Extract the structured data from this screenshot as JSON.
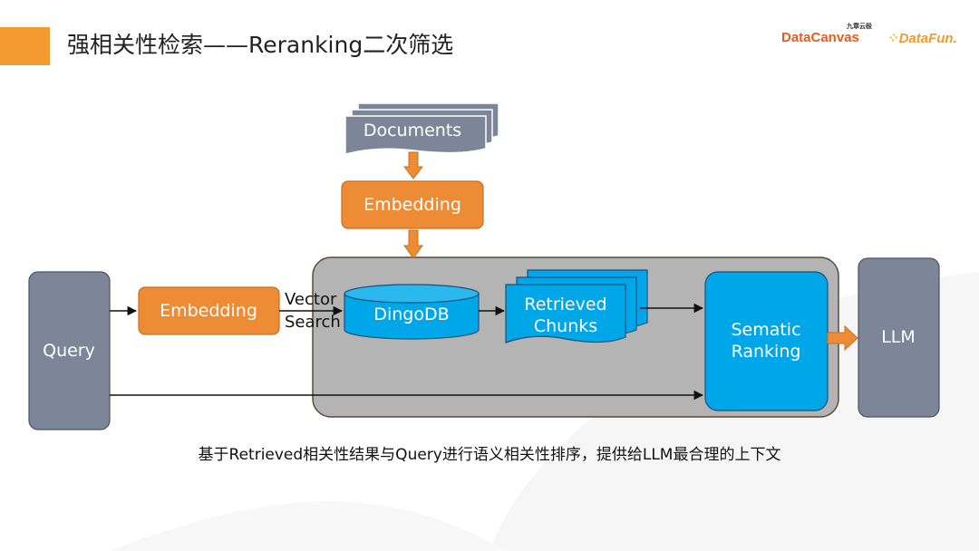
{
  "header": {
    "title": "强相关性检索——Reranking二次筛选"
  },
  "logos": {
    "datacanvas_cn": "九章云极",
    "datacanvas_en": "DataCanvas",
    "datafun": "DataFun."
  },
  "diagram": {
    "documents": "Documents",
    "embedding_top": "Embedding",
    "query": "Query",
    "embedding_left": "Embedding",
    "vector_search_line1": "Vector",
    "vector_search_line2": "Search",
    "dingodb": "DingoDB",
    "retrieved_chunks_line1": "Retrieved",
    "retrieved_chunks_line2": "Chunks",
    "ranking_line1": "Sematic",
    "ranking_line2": "Ranking",
    "llm": "LLM"
  },
  "caption": "基于Retrieved相关性结果与Query进行语义相关性排序，提供给LLM最合理的上下文",
  "colors": {
    "accent": "#f29a2e",
    "embedding": "#ee8c35",
    "blue": "#00a7e8",
    "slate": "#7c8698",
    "container": "#b4b4b4"
  }
}
